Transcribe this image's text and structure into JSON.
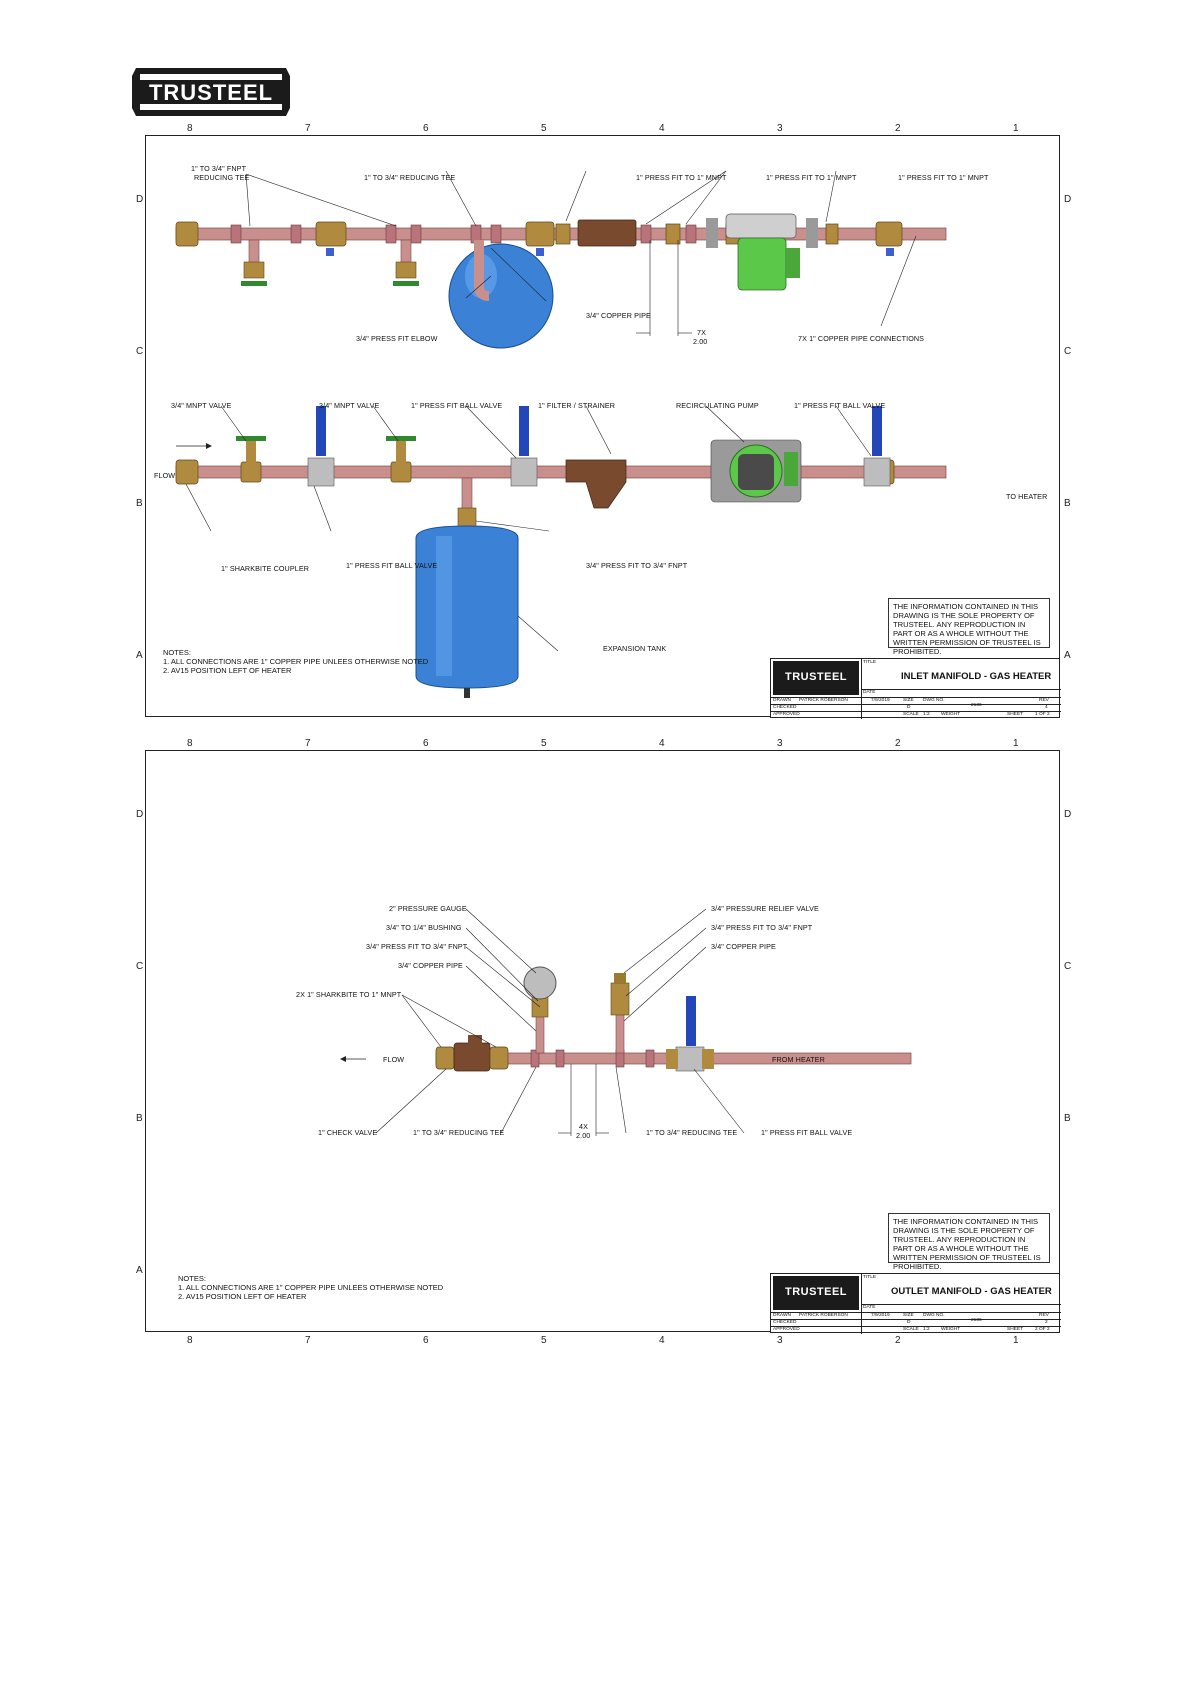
{
  "brand": {
    "name": "TRUSTEEL"
  },
  "zones": {
    "numbers": [
      "8",
      "7",
      "6",
      "5",
      "4",
      "3",
      "2",
      "1"
    ],
    "letters": [
      "D",
      "C",
      "B",
      "A"
    ]
  },
  "sheet1": {
    "callouts": {
      "reducing_tee_fnpt": "1\" TO 3/4\" FNPT",
      "reducing_tee_fnpt2": "REDUCING TEE",
      "reducing_tee": "1\" TO 3/4\" REDUCING TEE",
      "press_fit_mnpt_a": "1\" PRESS FIT TO 1\" MNPT",
      "press_fit_mnpt_b": "1\" PRESS FIT TO 1\" MNPT",
      "press_fit_mnpt_c": "1\" PRESS FIT TO 1\" MNPT",
      "copper_pipe": "3/4\" COPPER PIPE",
      "press_fit_elbow": "3/4\" PRESS FIT ELBOW",
      "dim_count": "7X",
      "dim_value": "2.00",
      "copper_connections": "7X 1\" COPPER PIPE CONNECTIONS",
      "mnpt_valve_a": "3/4\" MNPT VALVE",
      "mnpt_valve_b": "3/4\" MNPT VALVE",
      "ball_valve_a": "1\" PRESS FIT BALL VALVE",
      "filter": "1\" FILTER / STRAINER",
      "pump": "RECIRCULATING PUMP",
      "ball_valve_b": "1\" PRESS FIT BALL VALVE",
      "flow": "FLOW",
      "to_heater": "TO HEATER",
      "sharkbite": "1\" SHARKBITE COUPLER",
      "ball_valve_c": "1\" PRESS FIT BALL VALVE",
      "press_fit_fnpt": "3/4\" PRESS FIT TO 3/4\" FNPT",
      "expansion_tank": "EXPANSION TANK"
    },
    "notes": [
      "NOTES:",
      "1.  ALL CONNECTIONS ARE 1\" COPPER PIPE UNLEES OTHERWISE NOTED",
      "2.  AV15 POSITION LEFT OF HEATER"
    ],
    "info": "THE INFORMATION CONTAINED IN THIS DRAWING IS THE SOLE PROPERTY OF TRUSTEEL. ANY REPRODUCTION IN PART OR AS A WHOLE WITHOUT THE WRITTEN PERMISSION OF TRUSTEEL IS PROHIBITED.",
    "title_block": {
      "title_label": "TITLE",
      "title": "INLET MANIFOLD - GAS HEATER",
      "date_label": "DATE",
      "drawn_label": "DRAWN",
      "drawn_by": "PATRICK ROBERSON",
      "drawn_date": "7/9/2019",
      "checked_label": "CHECKED",
      "approved_label": "APPROVED",
      "size_label": "SIZE",
      "size": "D",
      "dwg_label": "DWG NO.",
      "dwg": "2136",
      "rev_label": "REV",
      "rev": "4",
      "scale_label": "SCALE",
      "scale": "1:2",
      "weight_label": "WEIGHT",
      "sheet_label": "SHEET",
      "sheet": "1 OF 2"
    }
  },
  "sheet2": {
    "callouts": {
      "gauge": "2\" PRESSURE GAUGE",
      "bushing": "3/4\" TO 1/4\" BUSHING",
      "press_fit_fnpt": "3/4\" PRESS FIT TO 3/4\" FNPT",
      "copper_pipe": "3/4\" COPPER PIPE",
      "sharkbite": "2X 1\" SHARKBITE TO 1\" MNPT",
      "relief_valve": "3/4\" PRESSURE RELIEF VALVE",
      "press_fit_fnpt_r": "3/4\" PRESS FIT TO 3/4\" FNPT",
      "copper_pipe_r": "3/4\" COPPER PIPE",
      "flow": "FLOW",
      "from_heater": "FROM HEATER",
      "check_valve": "1\" CHECK VALVE",
      "reducing_tee_a": "1\" TO 3/4\" REDUCING TEE",
      "dim_count": "4X",
      "dim_value": "2.00",
      "reducing_tee_b": "1\" TO 3/4\" REDUCING TEE",
      "ball_valve": "1\" PRESS FIT BALL VALVE"
    },
    "notes": [
      "NOTES:",
      "1.  ALL CONNECTIONS ARE 1\" COPPER PIPE UNLEES OTHERWISE NOTED",
      "2.  AV15 POSITION LEFT OF HEATER"
    ],
    "info": "THE INFORMATION CONTAINED IN THIS DRAWING IS THE SOLE PROPERTY OF TRUSTEEL. ANY REPRODUCTION IN PART OR AS A WHOLE WITHOUT THE WRITTEN PERMISSION OF TRUSTEEL IS PROHIBITED.",
    "title_block": {
      "title_label": "TITLE",
      "title": "OUTLET MANIFOLD - GAS HEATER",
      "date_label": "DATE",
      "drawn_label": "DRAWN",
      "drawn_by": "PATRICK ROBERSON",
      "drawn_date": "7/9/2019",
      "checked_label": "CHECKED",
      "approved_label": "APPROVED",
      "size_label": "SIZE",
      "size": "D",
      "dwg_label": "DWG NO.",
      "dwg": "2136",
      "rev_label": "REV",
      "rev": "2",
      "scale_label": "SCALE",
      "scale": "1:2",
      "weight_label": "WEIGHT",
      "sheet_label": "SHEET",
      "sheet": "2 OF 2"
    }
  },
  "colors": {
    "copper": "#c98f8c",
    "brass": "#b08a3e",
    "tank": "#3b82d6",
    "pump": "#5cc84a",
    "handle": "#2346b8"
  }
}
